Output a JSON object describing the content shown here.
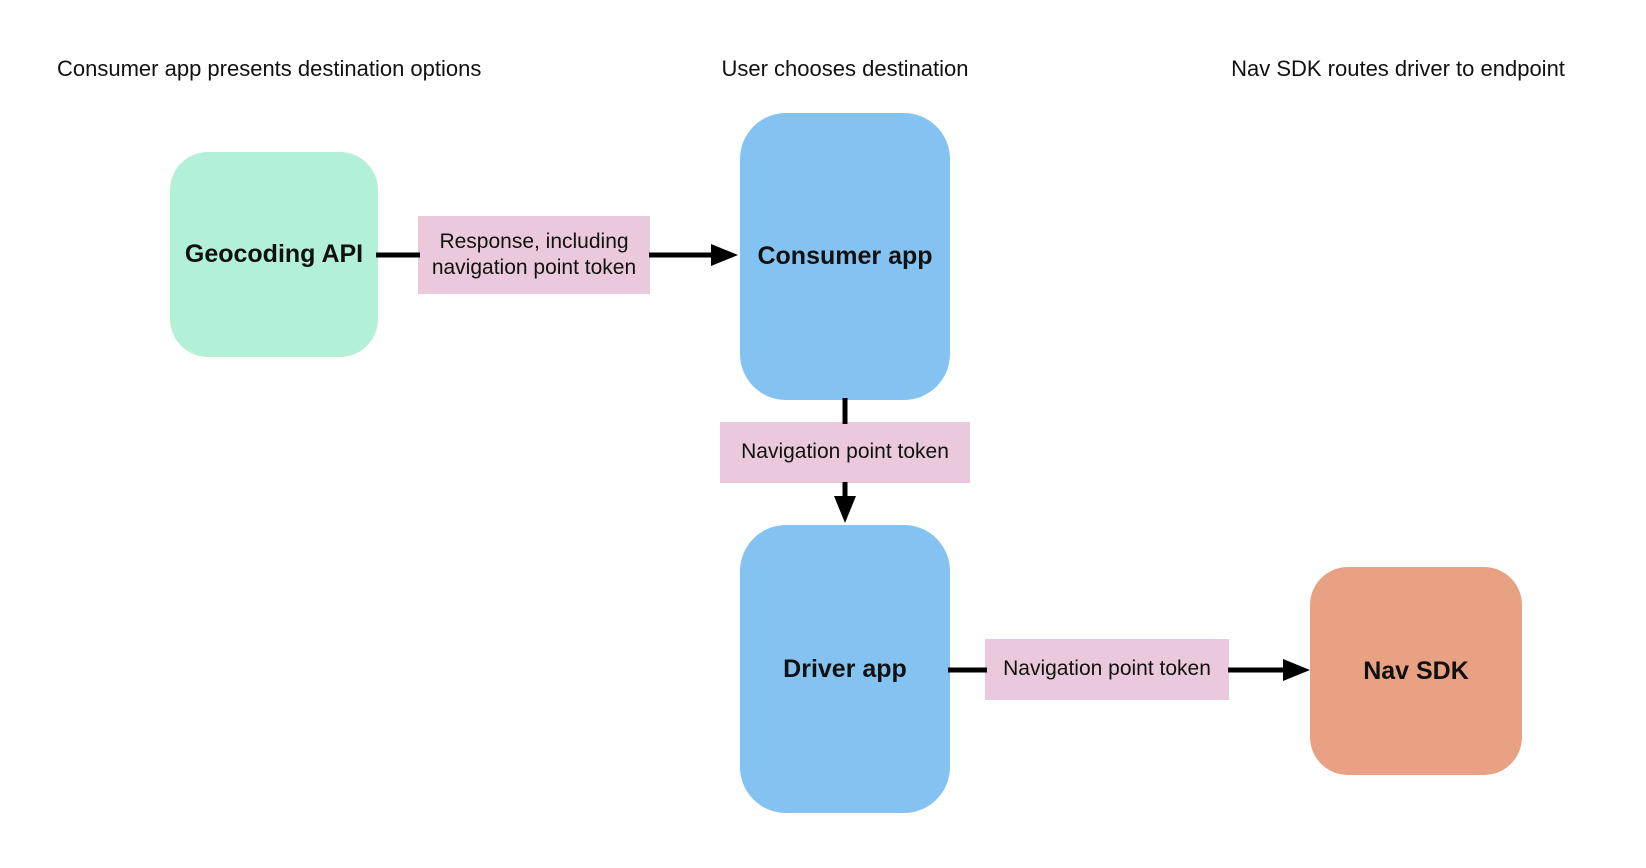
{
  "diagram": {
    "columns": [
      {
        "header": "Consumer app presents destination options"
      },
      {
        "header": "User chooses destination"
      },
      {
        "header": "Nav SDK routes driver to endpoint"
      }
    ],
    "nodes": {
      "geocoding_api": {
        "label": "Geocoding API",
        "fill": "#b2f0d7"
      },
      "consumer_app": {
        "label": "Consumer app",
        "fill": "#84c3f1"
      },
      "driver_app": {
        "label": "Driver app",
        "fill": "#84c3f1"
      },
      "nav_sdk": {
        "label": "Nav SDK",
        "fill": "#e8a283"
      }
    },
    "edges": {
      "geocoding_to_consumer": {
        "label": "Response, including navigation point token",
        "label_fill": "#eac9dd"
      },
      "consumer_to_driver": {
        "label": "Navigation point token",
        "label_fill": "#eac9dd"
      },
      "driver_to_navsdk": {
        "label": "Navigation point token",
        "label_fill": "#eac9dd"
      }
    },
    "arrow_color": "#000000",
    "background": "#ffffff",
    "text_color": "#111111"
  }
}
